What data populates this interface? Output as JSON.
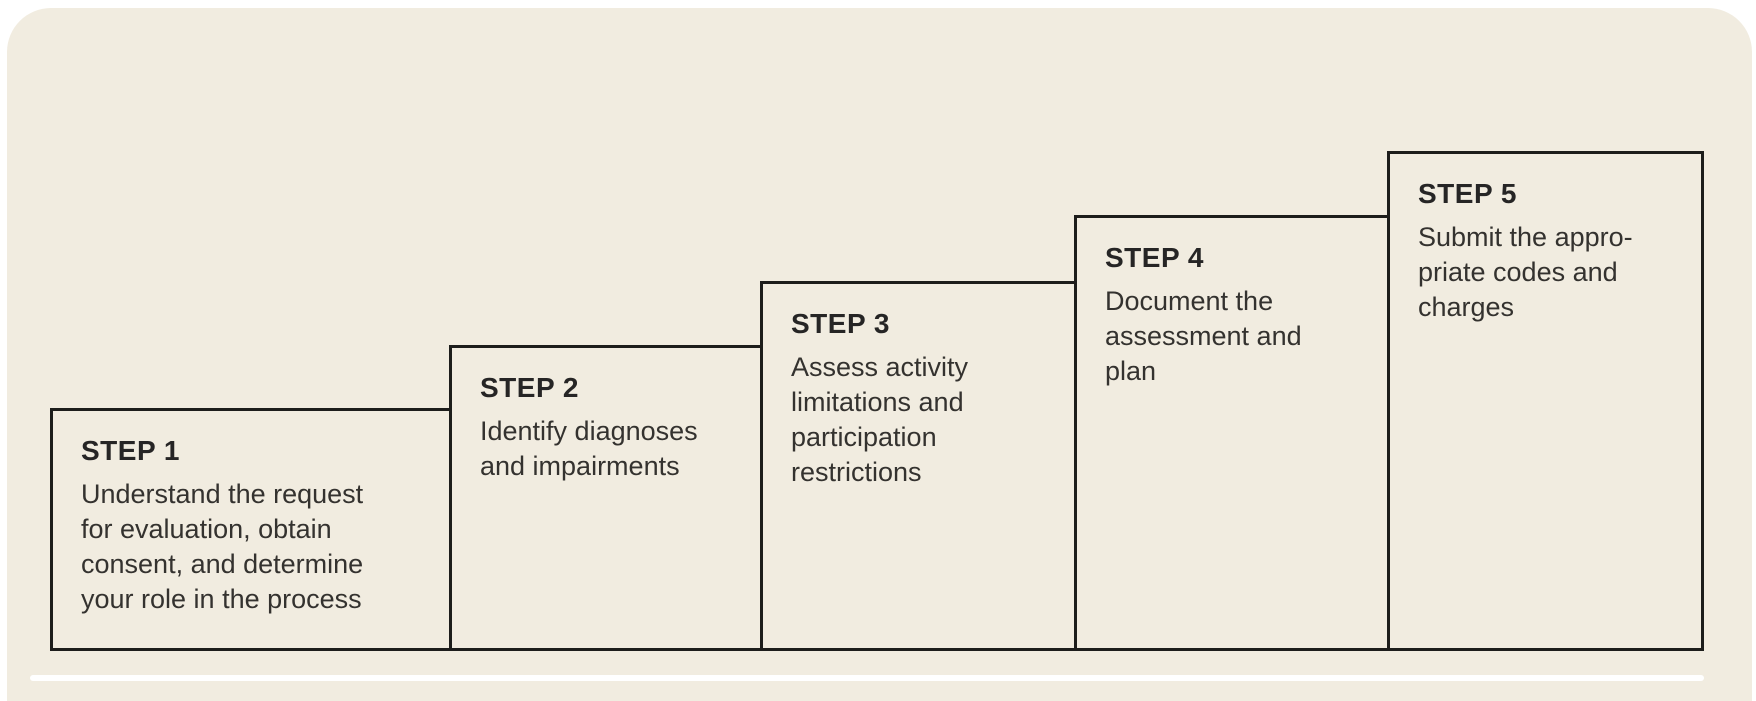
{
  "figure": {
    "name": "five-step-staircase-process",
    "steps": [
      {
        "title": "STEP 1",
        "description": "Understand the request\nfor evaluation, obtain\nconsent, and determine\nyour role in the process"
      },
      {
        "title": "STEP 2",
        "description": "Identify diagnoses\nand impairments"
      },
      {
        "title": "STEP 3",
        "description": "Assess activity\nlimitations and\nparticipation\nrestrictions"
      },
      {
        "title": "STEP 4",
        "description": "Document the\nassessment and\nplan"
      },
      {
        "title": "STEP 5",
        "description": "Submit the appro-\npriate codes and\ncharges"
      }
    ],
    "colors": {
      "page_background": "#ffffff",
      "panel_background": "#f1ece0",
      "box_border": "#1d1d1b",
      "title_text": "#262525",
      "body_text": "#34322f",
      "baseline_rule": "#ffffff"
    }
  }
}
